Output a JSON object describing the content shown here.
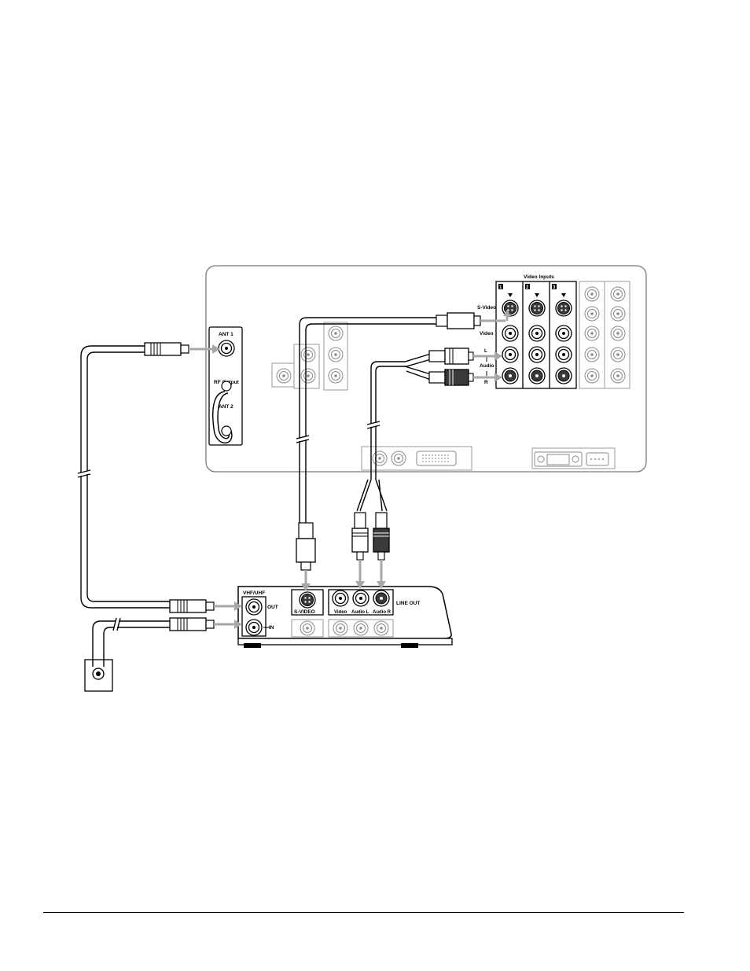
{
  "tv_panel": {
    "video_inputs_title": "Video Inputs",
    "input_numbers": [
      "1",
      "2",
      "3"
    ],
    "svideo_label": "S-Video",
    "video_label": "Video",
    "audio_l_label": "L",
    "audio_label": "Audio",
    "audio_r_label": "R",
    "ant1_label": "ANT 1",
    "rf_output_label": "RF Output",
    "ant2_label": "ANT 2"
  },
  "vcr": {
    "vhf_uhf_label": "VHF/UHF",
    "out_label": "OUT",
    "in_label": "IN",
    "svideo_label": "S-VIDEO",
    "video_label": "Video",
    "audio_l_label": "Audio L",
    "audio_r_label": "Audio R",
    "line_out_label": "LINE OUT"
  },
  "colors": {
    "line": "#000000",
    "arrow": "#a8a8a8",
    "panel_outline": "#7a7a7a",
    "audio_white_plug": "#ffffff",
    "audio_red_plug": "#3a3a3a"
  }
}
